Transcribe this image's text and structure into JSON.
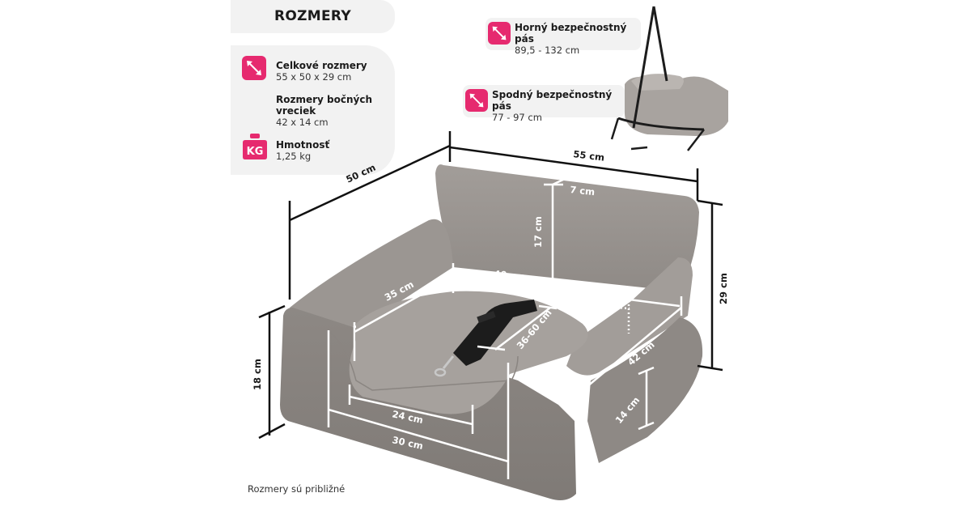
{
  "header": {
    "title": "ROZMERY"
  },
  "specs": [
    {
      "icon": "diagonal-arrow-icon",
      "label": "Celkové rozmery",
      "value": "55 x 50 x 29 cm"
    },
    {
      "icon": "",
      "label_line1": "Rozmery bočných",
      "label_line2": "vreciek",
      "value": "42 x 14 cm"
    },
    {
      "icon": "kg-weight-icon",
      "icon_text": "KG",
      "label": "Hmotnosť",
      "value": "1,25 kg"
    }
  ],
  "callouts": [
    {
      "icon": "diagonal-arrow-icon",
      "label": "Horný bezpečnostný pás",
      "value": "89,5 - 132 cm"
    },
    {
      "icon": "diagonal-arrow-icon",
      "label": "Spodný bezpečnostný pás",
      "value": "77 - 97 cm"
    }
  ],
  "dimensions": {
    "width": "55 cm",
    "depth": "50 cm",
    "height": "29 cm",
    "front_height": "18 cm",
    "backrest_thickness": "7 cm",
    "backrest_height": "17 cm",
    "inner_width": "40 cm",
    "inner_depth": "35 cm",
    "leash_length": "36-60 cm",
    "pocket_width": "42 cm",
    "pocket_height": "14 cm",
    "front_opening": "24 cm",
    "front_width": "30 cm"
  },
  "colors": {
    "accent": "#e62a6f",
    "panel": "#f2f2f2",
    "fabric": "#9a9591",
    "strap": "#1c1c1c"
  },
  "footer": {
    "note": "Rozmery sú približné"
  }
}
